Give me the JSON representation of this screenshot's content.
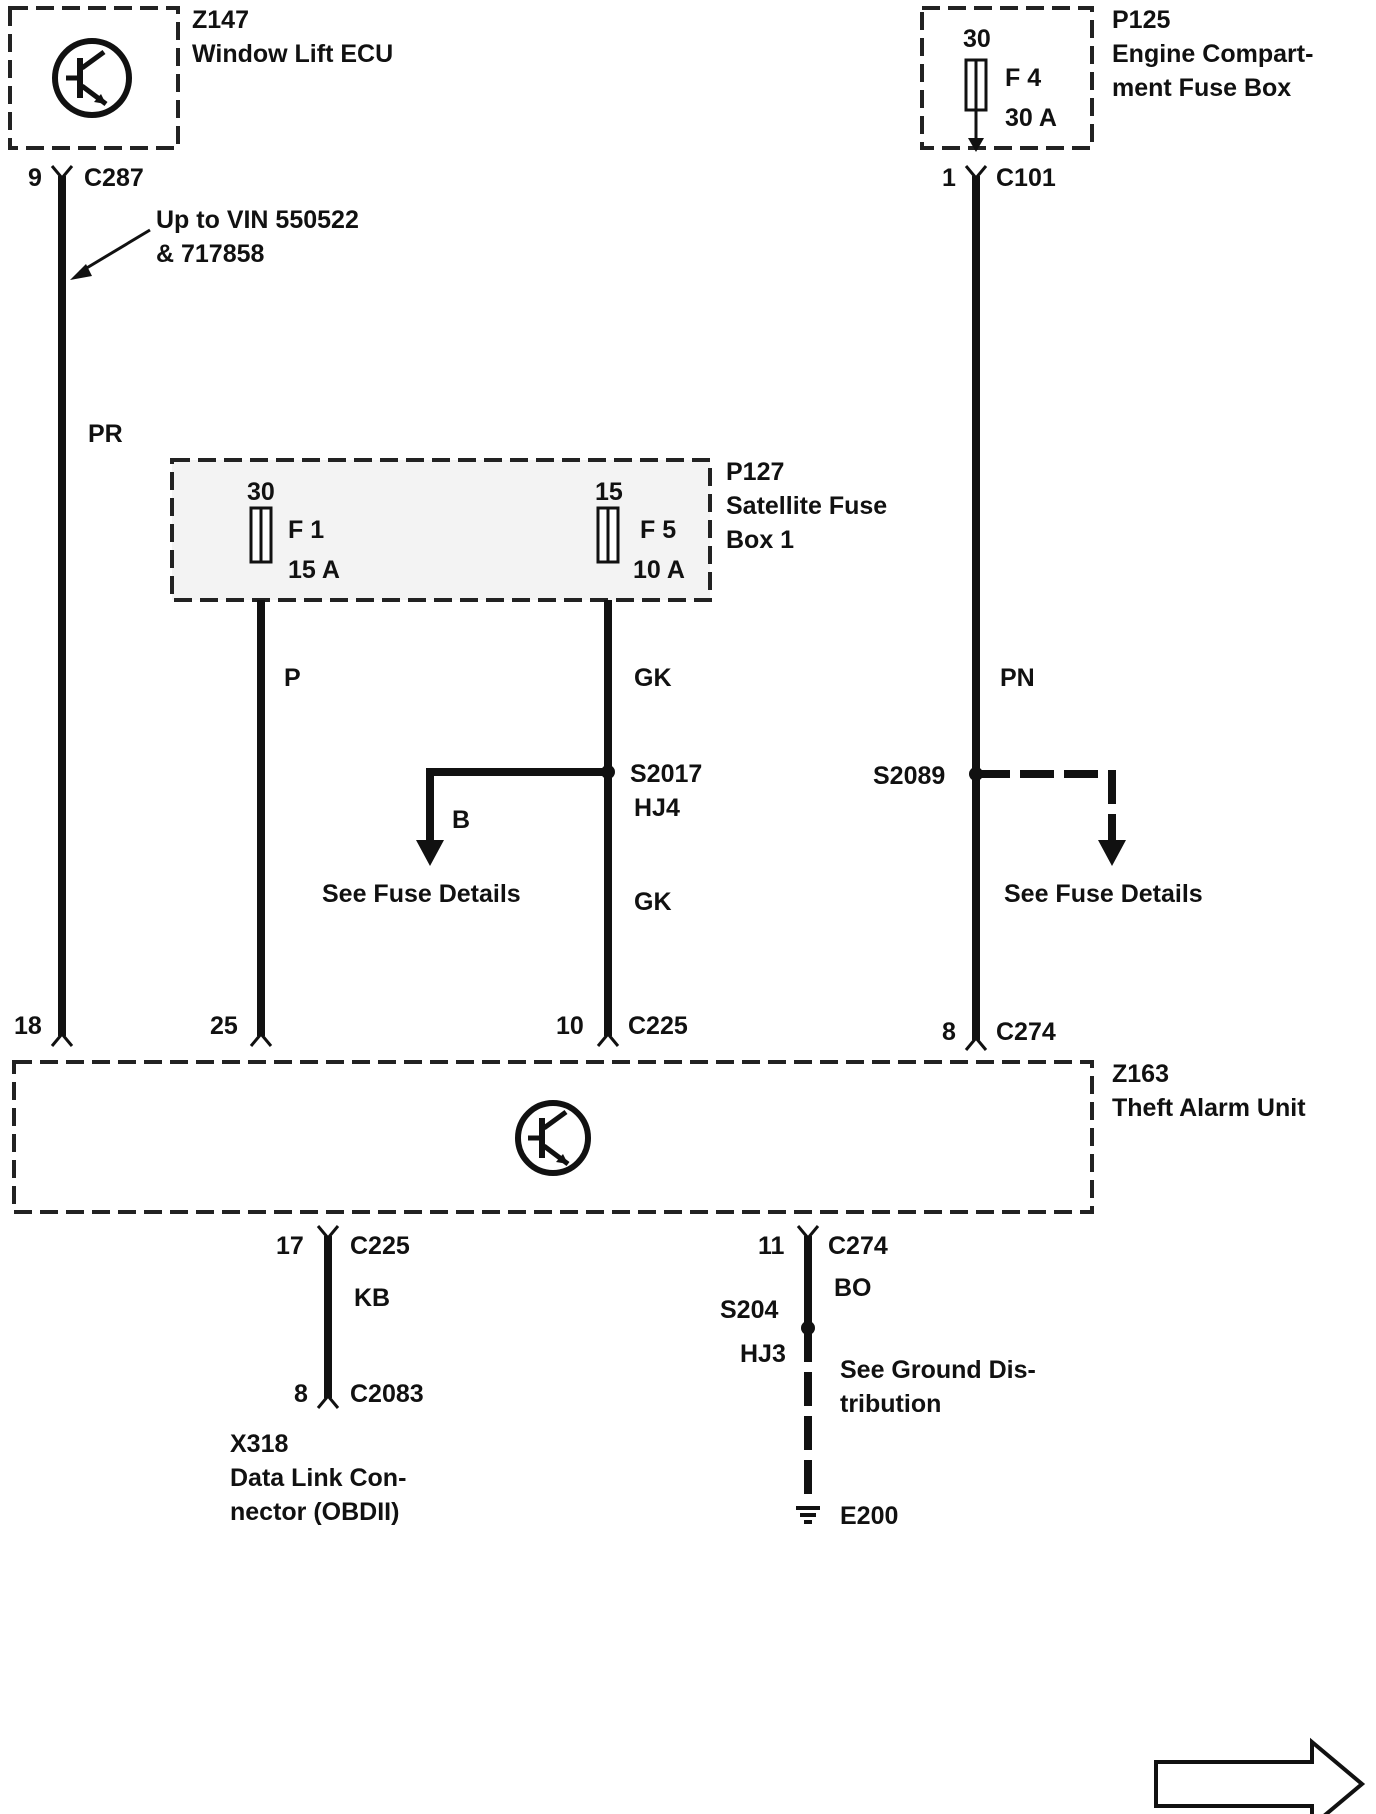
{
  "components": {
    "z147": {
      "code": "Z147",
      "name": "Window Lift ECU"
    },
    "p125": {
      "code": "P125",
      "name_line1": "Engine Compart-",
      "name_line2": "ment Fuse Box",
      "terminal": "30",
      "fuse": "F 4",
      "rating": "30 A"
    },
    "p127": {
      "code": "P127",
      "name_line1": "Satellite Fuse",
      "name_line2": "Box 1",
      "fuse1_terminal": "30",
      "fuse1": "F 1",
      "fuse1_rating": "15 A",
      "fuse2_terminal": "15",
      "fuse2": "F 5",
      "fuse2_rating": "10 A"
    },
    "z163": {
      "code": "Z163",
      "name": "Theft Alarm Unit"
    },
    "x318": {
      "code": "X318",
      "name_line1": "Data Link Con-",
      "name_line2": "nector (OBDII)"
    },
    "e200": {
      "code": "E200"
    }
  },
  "connectors": {
    "c287": {
      "pin": "9",
      "name": "C287"
    },
    "c101": {
      "pin": "1",
      "name": "C101"
    },
    "c225_pr": {
      "pin": "18"
    },
    "c225_p": {
      "pin": "25"
    },
    "c225_gk": {
      "pin": "10",
      "name": "C225"
    },
    "c274_pn": {
      "pin": "8",
      "name": "C274"
    },
    "c225_kb": {
      "pin": "17",
      "name": "C225"
    },
    "c2083": {
      "pin": "8",
      "name": "C2083"
    },
    "c274_bo": {
      "pin": "11",
      "name": "C274"
    }
  },
  "wires": {
    "pr": "PR",
    "p": "P",
    "gk_upper": "GK",
    "gk_lower": "GK",
    "b": "B",
    "pn": "PN",
    "kb": "KB",
    "bo": "BO"
  },
  "splices": {
    "s2017": {
      "name": "S2017",
      "location": "HJ4"
    },
    "s2089": {
      "name": "S2089"
    },
    "s204": {
      "name": "S204",
      "location": "HJ3"
    }
  },
  "notes": {
    "vin_line1": "Up to VIN 550522",
    "vin_line2": "& 717858",
    "fuse_details_left": "See Fuse Details",
    "fuse_details_right": "See Fuse Details",
    "ground_line1": "See Ground Dis-",
    "ground_line2": "tribution"
  },
  "icons": {
    "ecu_symbol": "transistor-icon",
    "next_page": "arrow-right-outline-icon",
    "ground": "ground-icon"
  }
}
